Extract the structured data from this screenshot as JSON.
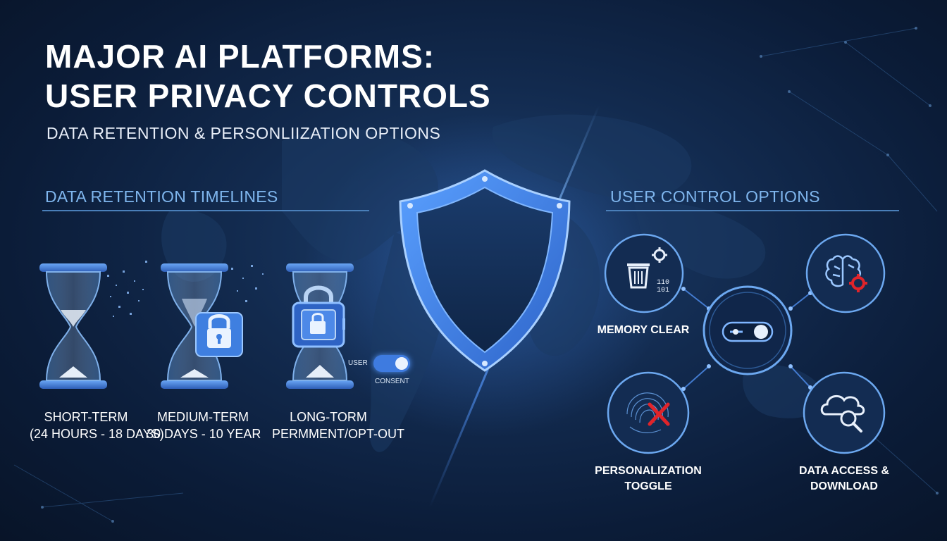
{
  "header": {
    "title_line1": "MAJOR AI PLATFORMS:",
    "title_line2": "USER PRIVACY CONTROLS",
    "subtitle": "DATA RETENTION & PERSONLIIZATION OPTIONS"
  },
  "retention": {
    "section_title": "DATA RETENTION TIMELINES",
    "items": [
      {
        "name": "SHORT-TERM",
        "detail": "(24 HOURS - 18 DAYS)"
      },
      {
        "name": "MEDIUM-TERM",
        "detail": "30 DAYS - 10 YEAR"
      },
      {
        "name": "LONG-TORM",
        "detail": "PERMMENT/OPT-OUT"
      }
    ],
    "consent": {
      "user_label": "USER",
      "consent_label": "CONSENT",
      "state": "on"
    }
  },
  "controls": {
    "section_title": "USER CONTROL OPTIONS",
    "memory_clear": {
      "label": "MEMORY CLEAR",
      "bits_line1": "110",
      "bits_line2": "101"
    },
    "personalization": {
      "label_line1": "PERSONALIZATION",
      "label_line2": "TOGGLE"
    },
    "data_access": {
      "label_line1": "DATA ACCESS &",
      "label_line2": "DOWNLOAD"
    }
  },
  "icons": {
    "center": "shield-icon",
    "hourglass": "hourglass-icon",
    "lock": "padlock-icon",
    "trash": "trash-icon",
    "gear": "gear-icon",
    "brain": "brain-gear-icon",
    "toggle": "toggle-switch-icon",
    "cloud": "cloud-search-icon",
    "cross": "red-x-icon"
  },
  "colors": {
    "background": "#0b1c38",
    "accent_blue": "#4f8ff0",
    "section_title": "#7fb6ee",
    "alert_red": "#e0242a"
  }
}
